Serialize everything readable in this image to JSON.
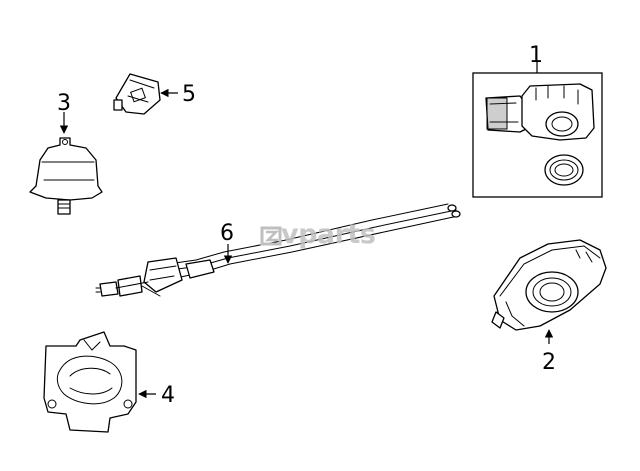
{
  "diagram": {
    "callouts": [
      {
        "id": "c1",
        "label": "1"
      },
      {
        "id": "c2",
        "label": "2"
      },
      {
        "id": "c3",
        "label": "3"
      },
      {
        "id": "c4",
        "label": "4"
      },
      {
        "id": "c5",
        "label": "5"
      },
      {
        "id": "c6",
        "label": "6"
      }
    ]
  },
  "watermark": {
    "text": "vparts",
    "logo_icon": "ev-logo-icon"
  }
}
